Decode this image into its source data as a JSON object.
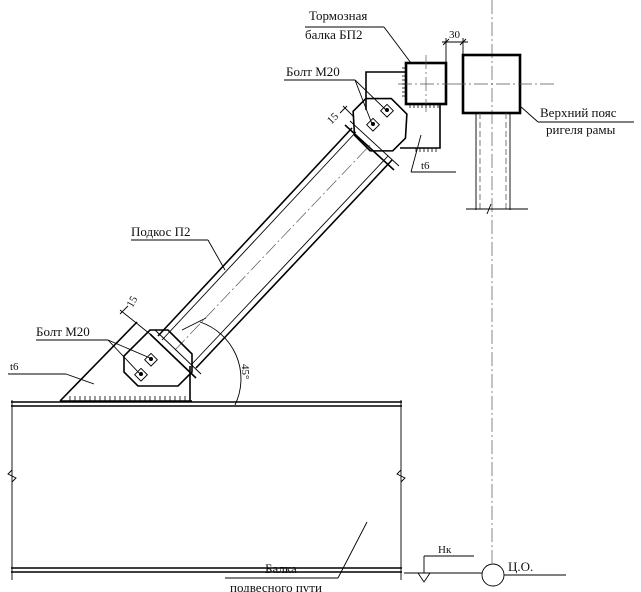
{
  "drawing": {
    "labels": {
      "brake_beam_line1": "Тормозная",
      "brake_beam_line2": "балка БП2",
      "bolt_top": "Болт М20",
      "bolt_bottom": "Болт М20",
      "dim_30": "30",
      "dim_15_top": "15",
      "dim_15_bottom": "15",
      "t6_top": "t6",
      "t6_bottom": "t6",
      "brace": "Подкос П2",
      "angle": "45°",
      "top_chord_line1": "Верхний пояс",
      "top_chord_line2": "ригеля рамы",
      "beam_line1": "Балка",
      "beam_line2": "подвесного пути",
      "level_mark": "Нк",
      "center_axis": "Ц.О."
    }
  }
}
